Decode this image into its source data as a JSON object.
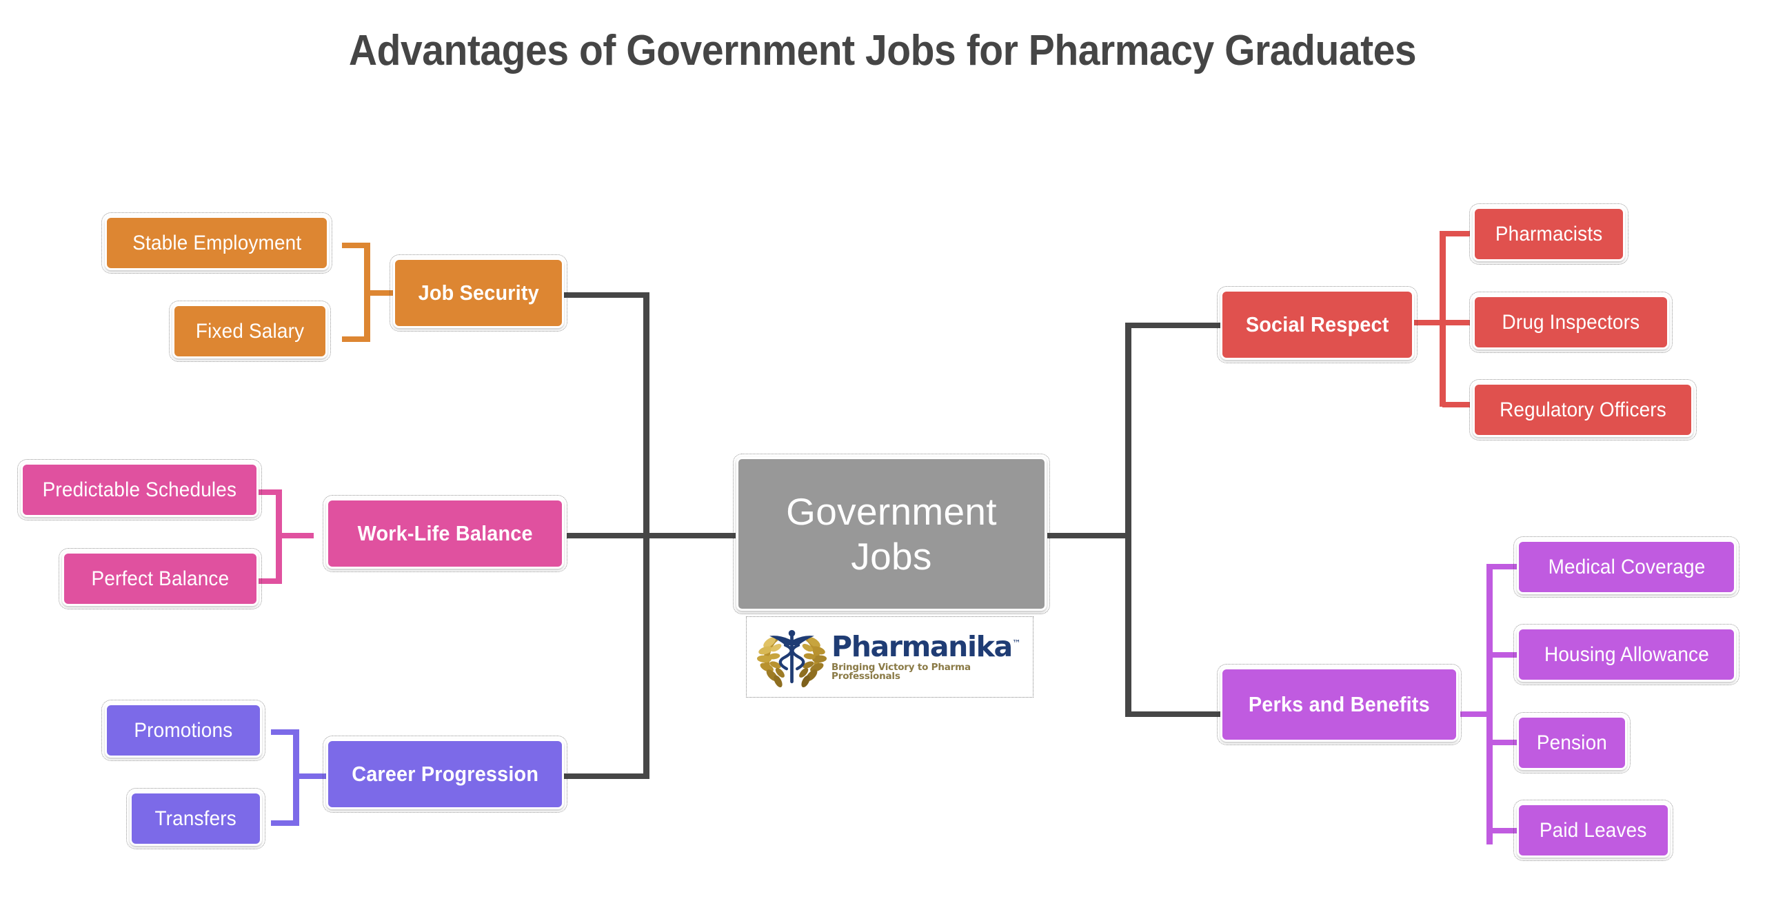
{
  "title": "Advantages of Government Jobs for Pharmacy Graduates",
  "center": {
    "label_line1": "Government",
    "label_line2": "Jobs",
    "color": "#989898"
  },
  "logo": {
    "name": "Pharmanika",
    "trademark": "™",
    "tagline": "Bringing Victory to Pharma Professionals",
    "icon": "caduceus-laurel-icon",
    "brand_color": "#1F3C74",
    "laurel_color": "#B8922F"
  },
  "branches": [
    {
      "label": "Job Security",
      "color": "#DD8632",
      "side": "left",
      "children": [
        "Stable Employment",
        "Fixed Salary"
      ]
    },
    {
      "label": "Work-Life Balance",
      "color": "#E0519F",
      "side": "left",
      "children": [
        "Predictable Schedules",
        "Perfect Balance"
      ]
    },
    {
      "label": "Career Progression",
      "color": "#7C6AE8",
      "side": "left",
      "children": [
        "Promotions",
        "Transfers"
      ]
    },
    {
      "label": "Social Respect",
      "color": "#E0514E",
      "side": "right",
      "children": [
        "Pharmacists",
        "Drug Inspectors",
        "Regulatory Officers"
      ]
    },
    {
      "label": "Perks and Benefits",
      "color": "#C05BE0",
      "side": "right",
      "children": [
        "Medical Coverage",
        "Housing Allowance",
        "Pension",
        "Paid Leaves"
      ]
    }
  ],
  "nodes": {
    "stable_employment": "Stable Employment",
    "fixed_salary": "Fixed Salary",
    "job_security": "Job Security",
    "predictable_schedules": "Predictable Schedules",
    "perfect_balance": "Perfect Balance",
    "work_life_balance": "Work-Life Balance",
    "promotions": "Promotions",
    "transfers": "Transfers",
    "career_progression": "Career Progression",
    "social_respect": "Social Respect",
    "pharmacists": "Pharmacists",
    "drug_inspectors": "Drug Inspectors",
    "regulatory_officers": "Regulatory Officers",
    "perks_and_benefits": "Perks and Benefits",
    "medical_coverage": "Medical Coverage",
    "housing_allowance": "Housing Allowance",
    "pension": "Pension",
    "paid_leaves": "Paid Leaves"
  },
  "theme": {
    "background": "#ffffff",
    "title_color": "#454545",
    "connector_color": "#464646"
  }
}
